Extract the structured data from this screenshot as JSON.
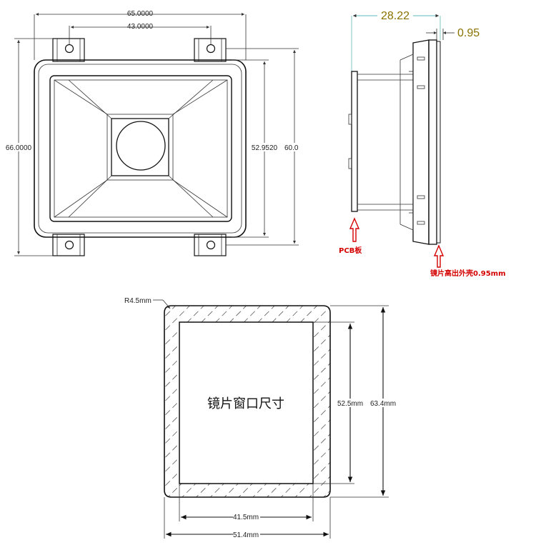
{
  "front_view": {
    "dim_width_total": "65.0000",
    "dim_hole_spacing": "43.0000",
    "dim_height_total": "66.0000",
    "dim_inner_height": "52.9520",
    "dim_outer_height": "60.0"
  },
  "side_view": {
    "dim_depth": "28.22",
    "dim_lens_protrusion": "0.95",
    "label_pcb": "PCB板",
    "label_lens": "镜片高出外壳0.95mm"
  },
  "window_view": {
    "title": "镜片窗口尺寸",
    "dim_radius": "R4.5mm",
    "dim_inner_height": "52.5mm",
    "dim_outer_height": "63.4mm",
    "dim_inner_width": "41.5mm",
    "dim_outer_width": "51.4mm"
  },
  "colors": {
    "line": "#111111",
    "annotation_red": "#d40000",
    "dimension_gold": "#8a7200",
    "teal_guide": "#5fb8b8"
  }
}
